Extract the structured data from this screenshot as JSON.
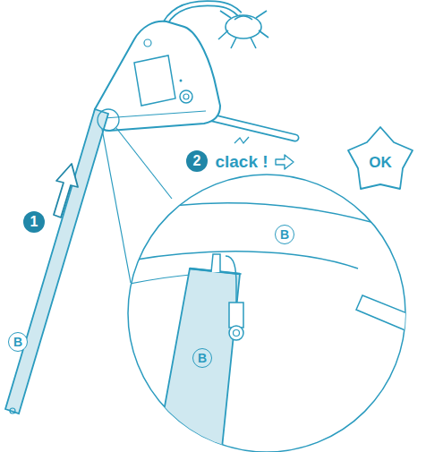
{
  "diagram": {
    "labels": [
      "2",
      "clack !",
      "OK",
      "B",
      "1",
      "B",
      "B"
    ]
  }
}
